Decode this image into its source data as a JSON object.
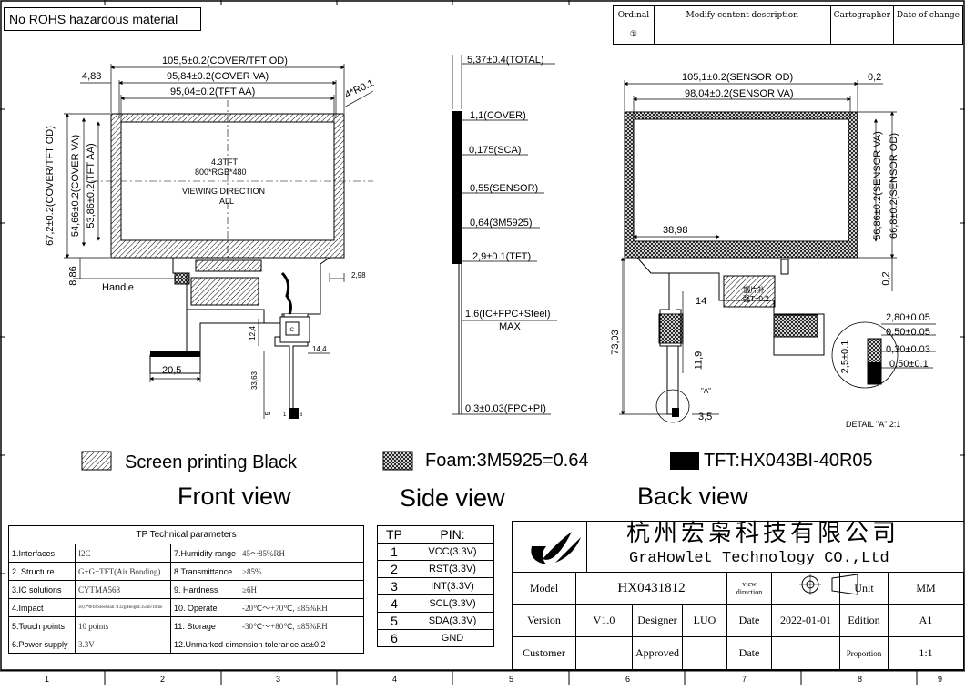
{
  "header": {
    "notice": "No ROHS hazardous material",
    "revision": {
      "headers": [
        "Ordinal",
        "Modify content description",
        "Cartographer",
        "Date of change"
      ],
      "row": [
        "①",
        "",
        "",
        ""
      ]
    }
  },
  "front": {
    "dim_cover_od": "105,5±0.2(COVER/TFT OD)",
    "dim_cover_va": "95,84±0.2(COVER VA)",
    "dim_tft_aa": "95,04±0.2(TFT AA)",
    "dim_left": "4,83",
    "dim_radius": "4*R0.1",
    "vdim_cover_od": "67,2±0.2(COVER/TFT OD)",
    "vdim_cover_va": "54,66±0.2(COVER VA)",
    "vdim_tft_aa": "53,86±0.2(TFT AA)",
    "center_line1": "4.3TFT",
    "center_line2": "800*RGB*480",
    "center_line3": "VIEWING DIRECTION",
    "center_line4": "ALL",
    "dim_886": "8,86",
    "handle": "Handle",
    "dim_298": "2,98",
    "dim_124": "12,4",
    "dim_144": "14,4",
    "dim_205": "20,5",
    "dim_3363": "33,63",
    "dim_5": "5",
    "pin1": "1",
    "pin6": "6",
    "ic_label": "IC"
  },
  "side": {
    "total": "5,37±0.4(TOTAL)",
    "cover": "1,1(COVER)",
    "sca": "0,175(SCA)",
    "sensor": "0,55(SENSOR)",
    "foam": "0,64(3M5925)",
    "tft": "2,9±0.1(TFT)",
    "ic_l1": "1,6(IC+FPC+Steel)",
    "ic_l2": "MAX",
    "fpc": "0,3±0.03(FPC+PI)"
  },
  "back": {
    "sensor_od": "105,1±0.2(SENSOR OD)",
    "sensor_va": "98,04±0.2(SENSOR VA)",
    "dim_02": "0,2",
    "dim_3898": "38,98",
    "vdim_va": "56,86±0.2(SENSOR VA)",
    "vdim_od": "66,8±0.2(SENSOR OD)",
    "dim_02b": "0,2",
    "dim_14": "14",
    "dim_7303": "73,03",
    "dim_119": "11,9",
    "label_a": "\"A\"",
    "dim_35": "3,5",
    "steel_l1": "钢片补",
    "steel_l2": "强T=0.2",
    "detail_280": "2,80±0.05",
    "detail_050a": "0,50±0.05",
    "detail_030": "0,30±0.03",
    "detail_050b": "0,50±0.1",
    "detail_25": "2,5±0.1",
    "detail_label": "DETAIL \"A\"  2:1"
  },
  "legend": {
    "screen": "Screen printing Black",
    "foam": "Foam:3M5925=0.64",
    "tft": "TFT:HX043BI-40R05"
  },
  "views": {
    "front": "Front view",
    "side": "Side view",
    "back": "Back view"
  },
  "params": {
    "title": "TP Technical parameters",
    "rows": [
      [
        "1.Interfaces",
        "I2C",
        "7.Humidity range",
        "45～85%RH"
      ],
      [
        "2. Structure",
        "G+G+TFT(Air Bonding)",
        "8.Transmittance",
        "≥85%"
      ],
      [
        "3.IC solutions",
        "CYTMA568",
        "9. Hardness",
        "≥6H"
      ],
      [
        "4.Impact",
        "30,0*Φ18,SteelBall /132g/Height:35cm/1time",
        "10. Operate",
        "-20℃～+70℃, ≤85%RH"
      ],
      [
        "5.Touch points",
        "10 points",
        "11. Storage",
        "-30℃～+80℃, ≤85%RH"
      ],
      [
        "6.Power supply",
        "3.3V",
        "12.Unmarked dimension tolerance as±0.2",
        ""
      ]
    ]
  },
  "pins": {
    "head_tp": "TP",
    "head_pin": "PIN:",
    "rows": [
      [
        "1",
        "VCC(3.3V)"
      ],
      [
        "2",
        "RST(3.3V)"
      ],
      [
        "3",
        "INT(3.3V)"
      ],
      [
        "4",
        "SCL(3.3V)"
      ],
      [
        "5",
        "SDA(3.3V)"
      ],
      [
        "6",
        "GND"
      ]
    ]
  },
  "titleblock": {
    "company_cn": "杭州宏枭科技有限公司",
    "company_en": "GraHowlet Technology CO.,Ltd",
    "model_label": "Model",
    "model": "HX0431812",
    "view_dir_l1": "view",
    "view_dir_l2": "direction",
    "unit_label": "Unit",
    "unit": "MM",
    "version_label": "Version",
    "version": "V1.0",
    "designer_label": "Designer",
    "designer": "LUO",
    "date_label": "Date",
    "date": "2022-01-01",
    "edition_label": "Edition",
    "edition": "A1",
    "customer_label": "Customer",
    "approved_label": "Approved",
    "date2_label": "Date",
    "proportion_label": "Proportion",
    "proportion": "1:1"
  },
  "grid_numbers": [
    "1",
    "2",
    "3",
    "4",
    "5",
    "6",
    "7",
    "8",
    "9"
  ]
}
